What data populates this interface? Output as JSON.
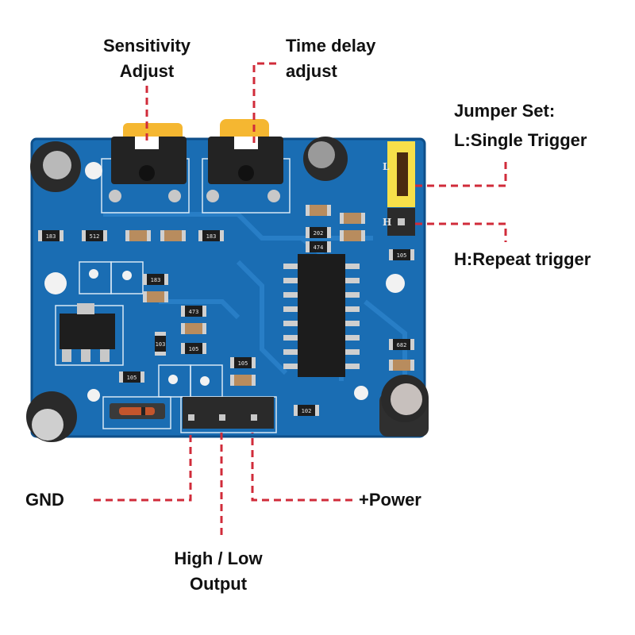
{
  "diagram": {
    "subject": "PIR motion sensor module (HC-SR501) pinout",
    "board_color": "#1565a8",
    "leader_color": "#d02b3a",
    "labels": {
      "sensitivity": {
        "line1": "Sensitivity",
        "line2": "Adjust"
      },
      "time_delay": {
        "line1": "Time delay",
        "line2": "adjust"
      },
      "jumper_title": "Jumper Set:",
      "jumper_l": "L:Single Trigger",
      "jumper_h": "H:Repeat trigger",
      "gnd": "GND",
      "power": "+Power",
      "output": {
        "line1": "High / Low",
        "line2": "Output"
      }
    },
    "component_markings": {
      "r1": "183",
      "r2": "512",
      "r3": "183",
      "r4": "183",
      "r5": "473",
      "r6": "103",
      "r7": "105",
      "r8": "105",
      "r9": "105",
      "r10": "202",
      "r11": "474",
      "r12": "105",
      "r13": "682",
      "r14": "102",
      "jumper_l_mark": "L",
      "jumper_h_mark": "H"
    }
  }
}
